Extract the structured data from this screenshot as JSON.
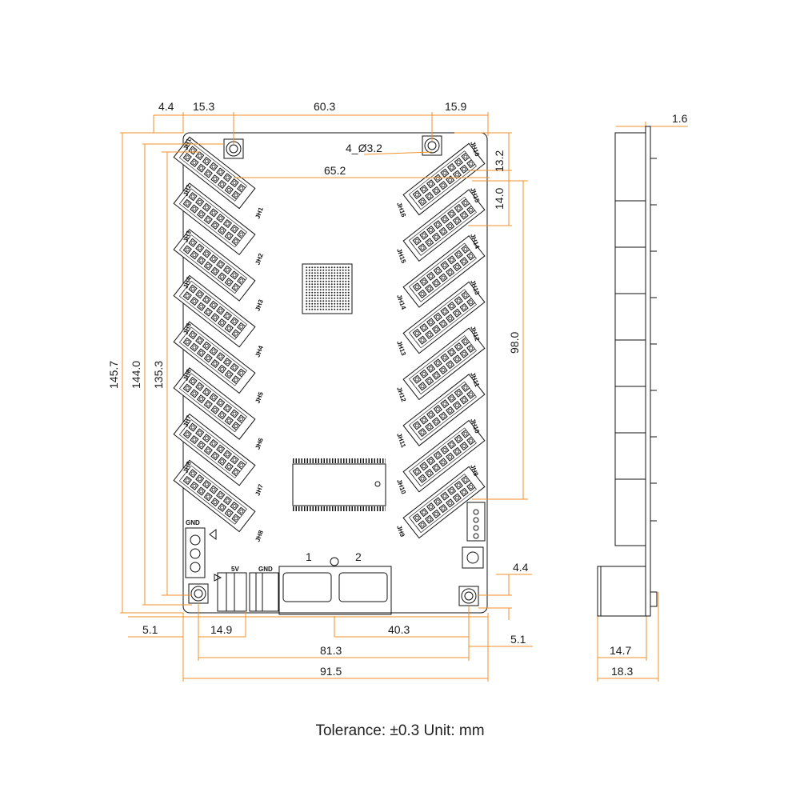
{
  "dimensions": {
    "edge_left": "4.4",
    "hole_left": "15.3",
    "hole_span": "60.3",
    "hole_right": "15.9",
    "hole_spec": "4_Ø3.2",
    "header_span": "65.2",
    "top_offset": "13.2",
    "header_pitch": "14.0",
    "height_total": "145.7",
    "height_mid": "144.0",
    "height_inner": "135.3",
    "header_height": "98.0",
    "bottom_right_offset": "4.4",
    "bottom_left_offset": "5.1",
    "connector_offset": "14.9",
    "connector_span": "40.3",
    "hole_bottom_span": "81.3",
    "bottom_right_edge": "5.1",
    "width_total": "91.5",
    "thickness": "1.6",
    "side_depth": "14.7",
    "side_total": "18.3"
  },
  "pcb_labels": {
    "left_top": [
      "JH1",
      "JH2",
      "JH3",
      "JH4",
      "JH5",
      "JH6",
      "JH7",
      "JH8"
    ],
    "left_bottom": [
      "JH1",
      "JH2",
      "JH3",
      "JH4",
      "JH5",
      "JH6",
      "JH7",
      "JH8"
    ],
    "right_top": [
      "JH16",
      "JH15",
      "JH14",
      "JH13",
      "JH12",
      "JH11",
      "JH10",
      "JH9"
    ],
    "right_bottom": [
      "JH16",
      "JH15",
      "JH14",
      "JH13",
      "JH12",
      "JH11",
      "JH10",
      "JH9"
    ],
    "gnd": "GND",
    "five_v": "5V",
    "gnd2": "GND",
    "port_1": "1",
    "port_2": "2"
  },
  "footer": {
    "tolerance": "Tolerance: ±0.3  Unit: mm"
  }
}
